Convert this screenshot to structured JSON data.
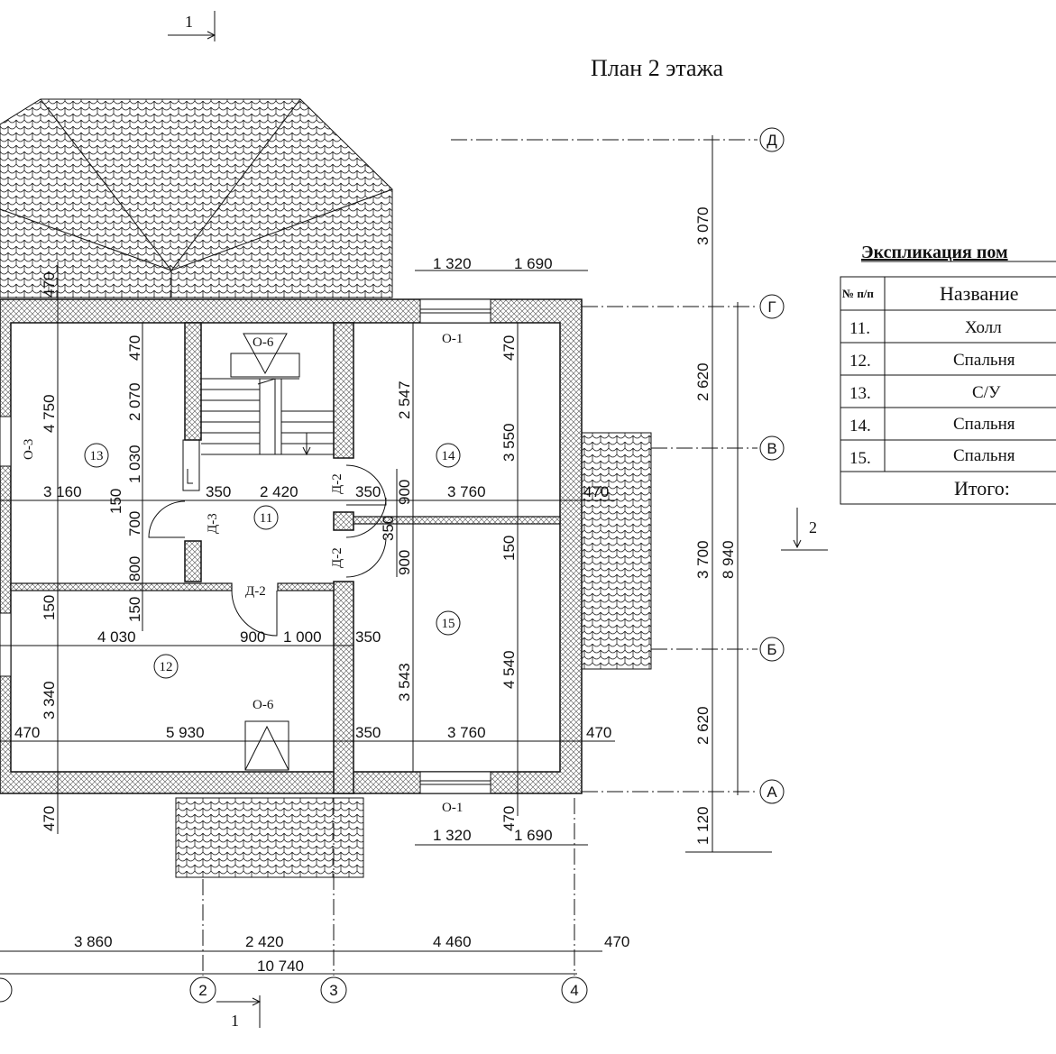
{
  "title": "План 2 этажа",
  "section_mark": "1",
  "section_mark_2": "2",
  "axes": {
    "rows": [
      "Д",
      "Г",
      "В",
      "Б",
      "А"
    ],
    "cols": [
      "2",
      "3",
      "4"
    ]
  },
  "rooms": [
    {
      "num": "11"
    },
    {
      "num": "12"
    },
    {
      "num": "13"
    },
    {
      "num": "14"
    },
    {
      "num": "15"
    }
  ],
  "openings": {
    "o1_top": "О-1",
    "o1_bottom": "О-1",
    "o6_top": "О-6",
    "o6_bottom": "О-6",
    "o3": "О-3",
    "d2_a": "Д-2",
    "d2_b": "Д-2",
    "d2_c": "Д-2",
    "d3": "Д-3"
  },
  "dims": {
    "top_1320": "1 320",
    "top_1690": "1 690",
    "bot_1320": "1 320",
    "bot_1690": "1 690",
    "right_3070": "3 070",
    "right_2620a": "2 620",
    "right_3700": "3 700",
    "right_8940": "8 940",
    "right_2620b": "2 620",
    "right_1120": "1 120",
    "b_3860": "3 860",
    "b_2420": "2 420",
    "b_4460": "4 460",
    "b_470": "470",
    "b_10740": "10 740",
    "l_470a": "470",
    "l_4750": "4 750",
    "l_3160": "3 160",
    "l_150a": "150",
    "l_150b": "150",
    "l_3340": "3 340",
    "l_470b": "470",
    "l_470c": "470",
    "c_470": "470",
    "c_2070": "2 070",
    "c_1030": "1 030",
    "c_700": "700",
    "c_800": "800",
    "c_150": "150",
    "c_150b": "150",
    "c_350a": "350",
    "c_2420": "2 420",
    "c_4030": "4 030",
    "c_900": "900",
    "c_1000": "1 000",
    "c_350b": "350",
    "c_5930": "5 930",
    "c_350c": "350",
    "r_470a": "470",
    "r_2547": "2 547",
    "r_3550": "3 550",
    "r_350a": "350",
    "r_900a": "900",
    "r_3760a": "3 760",
    "r_470b": "470",
    "r_350b": "350",
    "r_900b": "900",
    "r_150": "150",
    "r_3543": "3 543",
    "r_4540": "4 540",
    "r_3760b": "3 760",
    "r_470c": "470",
    "r_470d": "470"
  },
  "table": {
    "title": "Экспликация пом",
    "col_num": "№ п/п",
    "col_name": "Название",
    "rows": [
      {
        "num": "11.",
        "name": "Холл"
      },
      {
        "num": "12.",
        "name": "Спальня"
      },
      {
        "num": "13.",
        "name": "С/У"
      },
      {
        "num": "14.",
        "name": "Спальня"
      },
      {
        "num": "15.",
        "name": "Спальня"
      }
    ],
    "total": "Итого:"
  }
}
